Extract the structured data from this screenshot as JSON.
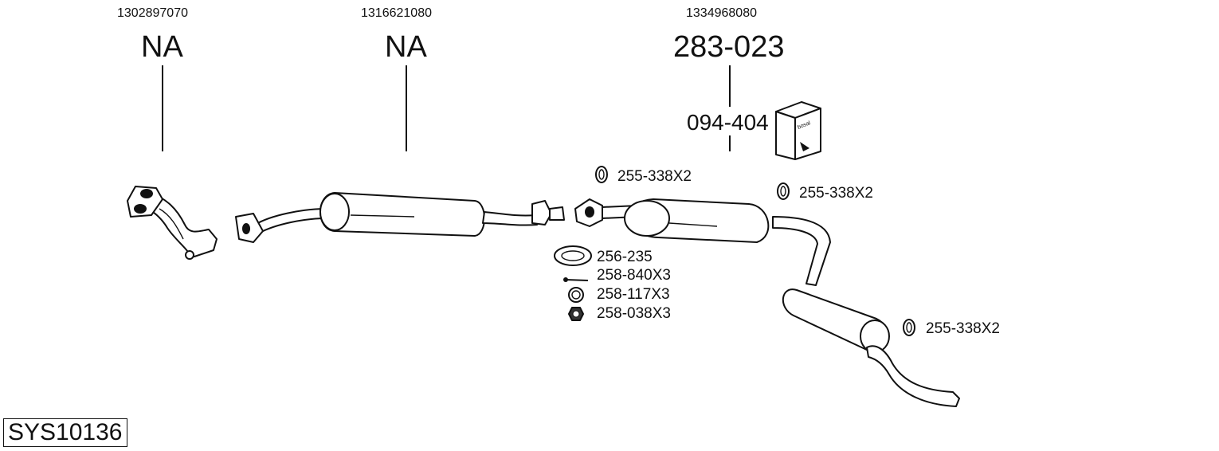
{
  "diagram": {
    "type": "exhaust-system-parts",
    "system_code": "SYS10136",
    "columns": [
      {
        "oem": "1302897070",
        "part": "NA"
      },
      {
        "oem": "1316621080",
        "part": "NA"
      },
      {
        "oem": "1334968080",
        "part": "283-023",
        "kit": "094-404"
      }
    ],
    "accessories": [
      {
        "id": "mount-1",
        "label": "255-338X2"
      },
      {
        "id": "mount-2",
        "label": "255-338X2"
      },
      {
        "id": "gasket",
        "label": "256-235"
      },
      {
        "id": "bolt",
        "label": "258-840X3"
      },
      {
        "id": "washer",
        "label": "258-117X3"
      },
      {
        "id": "nut",
        "label": "258-038X3"
      },
      {
        "id": "mount-3",
        "label": "255-338X2"
      }
    ],
    "kit_box_brand": "bosal"
  }
}
